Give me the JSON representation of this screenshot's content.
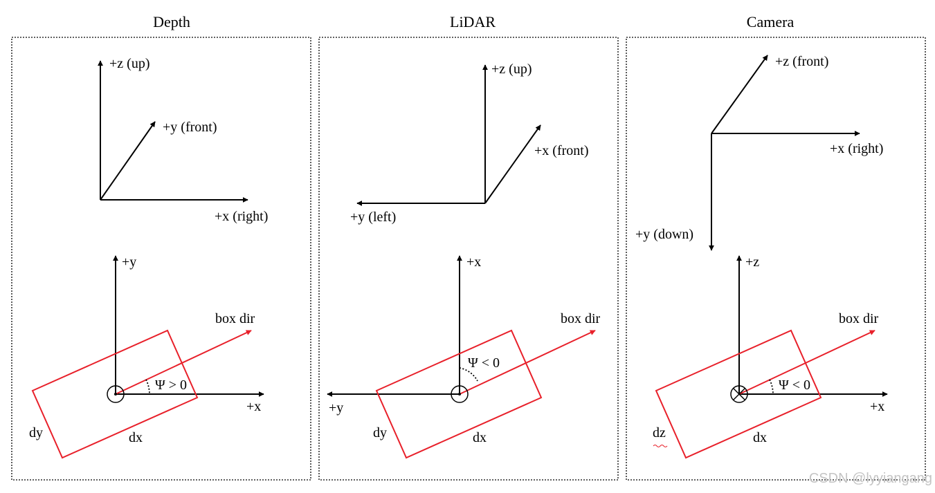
{
  "panels": [
    {
      "title": "Depth",
      "top_axes": {
        "z": "+z (up)",
        "y": "+y (front)",
        "x": "+x (right)"
      },
      "bottom_axes": {
        "vertical": "+y",
        "horizontal": "+x"
      },
      "box": {
        "dir_label": "box dir",
        "angle_label": "Ψ > 0",
        "side_label": "dy",
        "bottom_label": "dx"
      }
    },
    {
      "title": "LiDAR",
      "top_axes": {
        "z": "+z (up)",
        "x": "+x (front)",
        "y": "+y (left)"
      },
      "bottom_axes": {
        "vertical": "+x",
        "horizontal": "+y"
      },
      "box": {
        "dir_label": "box dir",
        "angle_label": "Ψ < 0",
        "side_label": "dy",
        "bottom_label": "dx"
      }
    },
    {
      "title": "Camera",
      "top_axes": {
        "z": "+z (front)",
        "x": "+x (right)",
        "y": "+y (down)"
      },
      "bottom_axes": {
        "vertical": "+z",
        "horizontal": "+x"
      },
      "box": {
        "dir_label": "box dir",
        "angle_label": "Ψ < 0",
        "side_label": "dz",
        "bottom_label": "dx"
      }
    }
  ],
  "watermark": "CSDN @lyyiangang",
  "colors": {
    "box": "#e8202a",
    "axis": "#000000",
    "border": "#000000",
    "watermark": "#c4c4c4",
    "squiggle": "#e8202a"
  }
}
